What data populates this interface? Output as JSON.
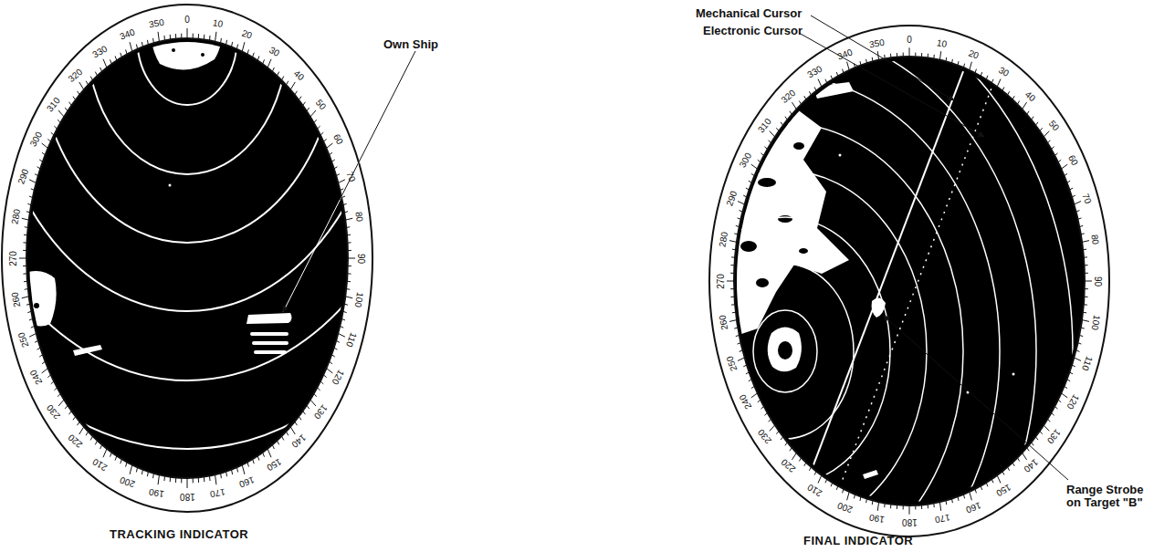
{
  "diagram": {
    "labels": [
      "Mechanical Cursor",
      "Electronic Cursor",
      "Own Ship",
      "0",
      "10",
      "20",
      "30",
      "40",
      "50",
      "60",
      "70",
      "80",
      "90",
      "100",
      "110",
      "120",
      "130",
      "140",
      "150",
      "160",
      "170",
      "180",
      "190",
      "200",
      "210",
      "220",
      "230",
      "240",
      "250",
      "260",
      "270",
      "280",
      "290",
      "300",
      "310",
      "320",
      "330",
      "340",
      "350",
      "TRACKING INDICATOR",
      "0",
      "10",
      "20",
      "30",
      "40",
      "50",
      "60",
      "70",
      "80",
      "90",
      "100",
      "110",
      "120",
      "130",
      "140",
      "150",
      "160",
      "170",
      "180",
      "190",
      "200",
      "210",
      "220",
      "230",
      "240",
      "250",
      "260",
      "270",
      "280",
      "290",
      "300",
      "310",
      "320",
      "330",
      "340",
      "350",
      "FINAL INDICATOR",
      "Range Strobe on Target \"B\""
    ]
  }
}
